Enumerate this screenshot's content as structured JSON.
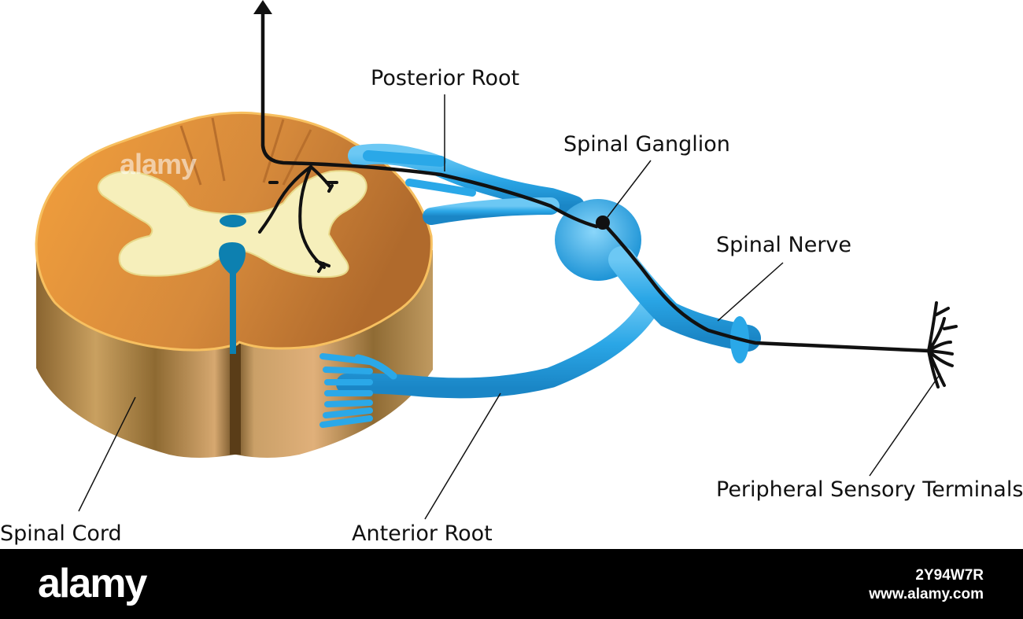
{
  "labels": {
    "posterior_root": "Posterior Root",
    "spinal_ganglion": "Spinal Ganglion",
    "spinal_nerve": "Spinal Nerve",
    "peripheral_terminals": "Peripheral Sensory Terminals",
    "spinal_cord": "Spinal Cord",
    "anterior_root": "Anterior Root"
  },
  "watermark": "alamy",
  "footer": {
    "logo": "alamy",
    "image_id": "2Y94W7R",
    "url": "www.alamy.com"
  },
  "colors": {
    "white_matter": "#d98a3a",
    "white_matter_side": "#a8733a",
    "gray_matter": "#f7f1bf",
    "nerve_blue": "#2aa8e8",
    "canal_blue": "#0d7fb0",
    "neuron_line": "#111111",
    "footer_bg": "#000000"
  }
}
